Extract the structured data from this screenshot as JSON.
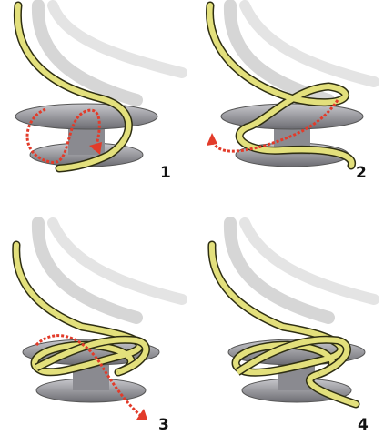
{
  "steps": [
    {
      "number": "1",
      "arrow": "dotted-red-figure-eight"
    },
    {
      "number": "2",
      "arrow": "dotted-red-loop-back"
    },
    {
      "number": "3",
      "arrow": "dotted-red-diagonal"
    },
    {
      "number": "4",
      "arrow": "none"
    }
  ],
  "colors": {
    "rope": "#e3e07c",
    "rope_outline": "#2e2e12",
    "arrow": "#e23b2a",
    "cleat": "#9a9a9f",
    "cleat_dark": "#6c6c72",
    "shadow": "#d4d4d4"
  }
}
